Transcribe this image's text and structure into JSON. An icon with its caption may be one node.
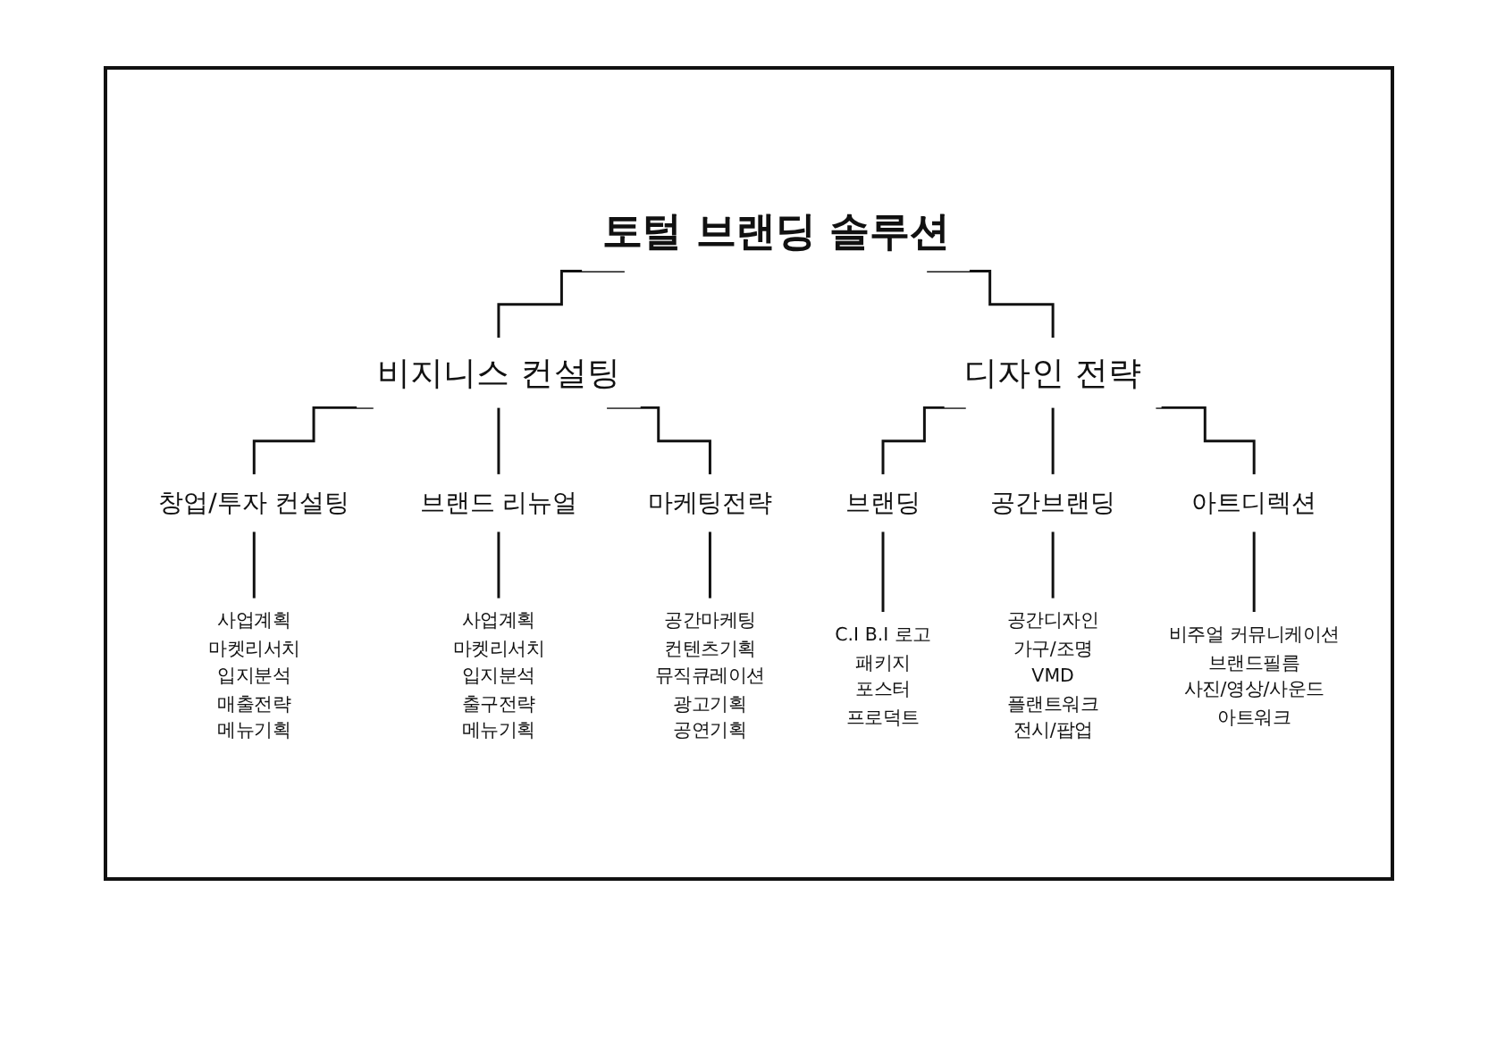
{
  "diagram": {
    "nodes": [
      {
        "text": [
          "토털 브랜딩 솔루션"
        ]
      },
      {
        "text": [
          "비지니스 컨설팅"
        ]
      },
      {
        "text": [
          "디자인 전략"
        ]
      },
      {
        "text": [
          "창업/투자 컨설팅"
        ]
      },
      {
        "text": [
          "브랜드 리뉴얼"
        ]
      },
      {
        "text": [
          "마케팅전략"
        ]
      },
      {
        "text": [
          "브랜딩"
        ]
      },
      {
        "text": [
          "공간브랜딩"
        ]
      },
      {
        "text": [
          "아트디렉션"
        ]
      },
      {
        "text": [
          "사업계획",
          "마켓리서치",
          "입지분석",
          "매출전략",
          "메뉴기획"
        ]
      },
      {
        "text": [
          "사업계획",
          "마켓리서치",
          "입지분석",
          "출구전략",
          "메뉴기획"
        ]
      },
      {
        "text": [
          "공간마케팅",
          "컨텐츠기획",
          "뮤직큐레이션",
          "광고기획",
          "공연기획"
        ]
      },
      {
        "text": [
          "C.I B.I 로고",
          "패키지",
          "포스터",
          "프로덕트"
        ]
      },
      {
        "text": [
          "공간디자인",
          "가구/조명",
          "VMD",
          "플랜트워크",
          "전시/팝업"
        ]
      },
      {
        "text": [
          "비주얼 커뮤니케이션",
          "브랜드필름",
          "사진/영상/사운드",
          "아트워크"
        ]
      }
    ],
    "edges": [
      {
        "from": 0,
        "to": 1,
        "arrow": "none"
      },
      {
        "from": 0,
        "to": 2,
        "arrow": "none"
      },
      {
        "from": 1,
        "to": 3,
        "arrow": "none"
      },
      {
        "from": 1,
        "to": 4,
        "arrow": "none"
      },
      {
        "from": 1,
        "to": 5,
        "arrow": "none"
      },
      {
        "from": 2,
        "to": 6,
        "arrow": "none"
      },
      {
        "from": 2,
        "to": 7,
        "arrow": "none"
      },
      {
        "from": 2,
        "to": 8,
        "arrow": "none"
      },
      {
        "from": 3,
        "to": 9,
        "arrow": "none"
      },
      {
        "from": 4,
        "to": 10,
        "arrow": "none"
      },
      {
        "from": 5,
        "to": 11,
        "arrow": "none"
      },
      {
        "from": 6,
        "to": 12,
        "arrow": "none"
      },
      {
        "from": 7,
        "to": 13,
        "arrow": "none"
      },
      {
        "from": 8,
        "to": 14,
        "arrow": "none"
      }
    ]
  }
}
